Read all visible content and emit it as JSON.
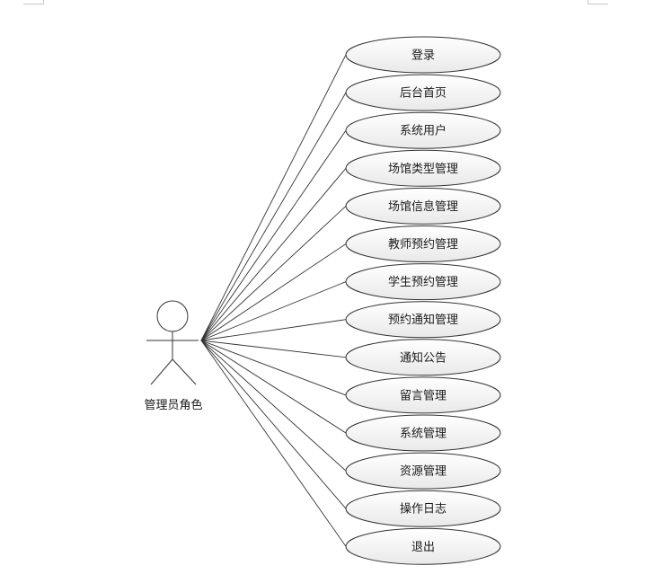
{
  "actor": {
    "name": "管理员角色"
  },
  "use_cases": [
    {
      "label": "登录"
    },
    {
      "label": "后台首页"
    },
    {
      "label": "系统用户"
    },
    {
      "label": "场馆类型管理"
    },
    {
      "label": "场馆信息管理"
    },
    {
      "label": "教师预约管理"
    },
    {
      "label": "学生预约管理"
    },
    {
      "label": "预约通知管理"
    },
    {
      "label": "通知公告"
    },
    {
      "label": "留言管理"
    },
    {
      "label": "系统管理"
    },
    {
      "label": "资源管理"
    },
    {
      "label": "操作日志"
    },
    {
      "label": "退出"
    }
  ],
  "colors": {
    "ellipse_fill_top": "#ffffff",
    "ellipse_fill_bottom": "#e9e9e9",
    "stroke": "#333333"
  }
}
